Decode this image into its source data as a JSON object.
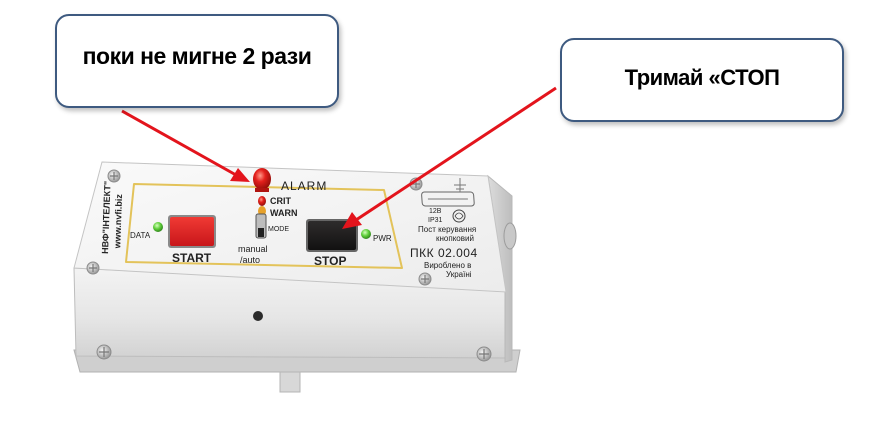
{
  "callouts": {
    "left_text": "поки не мигне 2 рази",
    "right_text": "Тримай «СТОП"
  },
  "device": {
    "alarm": "ALARM",
    "crit": "CRIT",
    "warn": "WARN",
    "mode": "MODE",
    "mode_switch": "manual\n/auto",
    "mode_line1": "manual",
    "mode_line2": "/auto",
    "data": "DATA",
    "pwr": "PWR",
    "start": "START",
    "stop": "STOP",
    "maker_line1": "НВФ\"ІНТЕЛЕКТ\"",
    "maker_line2": "www.nvfi.biz",
    "voltage": "12В",
    "ip_rating": "IP31",
    "desc_line1": "Пост керування",
    "desc_line2": "кнопковий",
    "model": "ПКК 02.004",
    "made_line1": "Вироблено в",
    "made_line2": "Україні"
  },
  "colors": {
    "arrow": "#e3141c",
    "callout_border": "#3e5a80",
    "start_button": "#e4262a",
    "stop_button": "#1b1a1a",
    "led_green": "#5fcf3a",
    "led_red": "#e4201c",
    "panel_border": "#e3c35a"
  }
}
